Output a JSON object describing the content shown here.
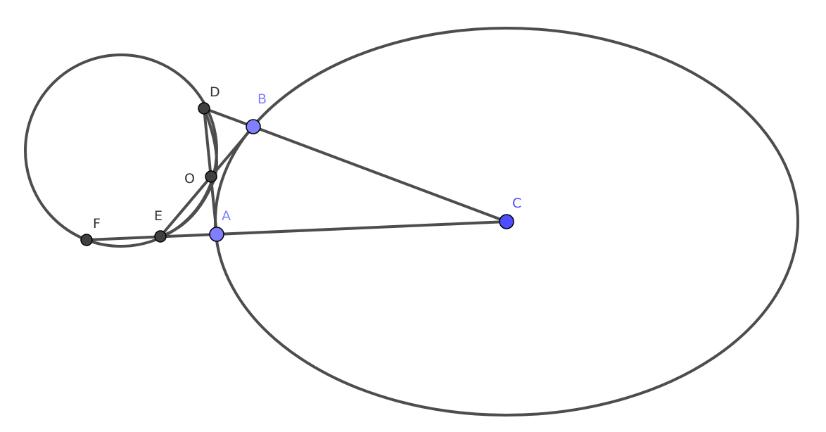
{
  "points": {
    "A": {
      "label": "A",
      "color": "#7f7fff",
      "type": "free"
    },
    "B": {
      "label": "B",
      "color": "#7f7fff",
      "type": "free"
    },
    "C": {
      "label": "C",
      "color": "#4d4dff",
      "type": "free"
    },
    "D": {
      "label": "D",
      "color": "#404040",
      "type": "dependent"
    },
    "E": {
      "label": "E",
      "color": "#404040",
      "type": "dependent"
    },
    "F": {
      "label": "F",
      "color": "#404040",
      "type": "dependent"
    },
    "O": {
      "label": "O",
      "color": "#404040",
      "type": "dependent"
    }
  },
  "line_color": "#4d4d4d"
}
